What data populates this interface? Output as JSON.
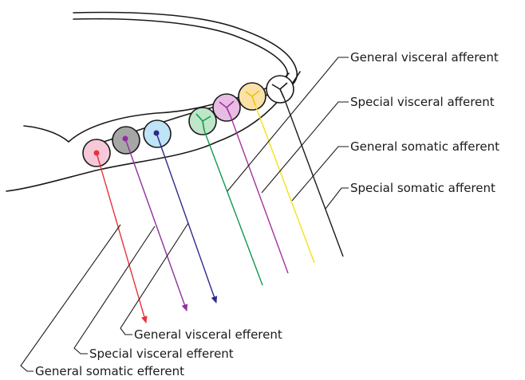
{
  "labels": {
    "general_visceral_afferent": "General visceral afferent",
    "special_visceral_afferent": "Special visceral afferent",
    "general_somatic_afferent": "General somatic afferent",
    "special_somatic_afferent": "Special somatic afferent",
    "general_visceral_efferent": "General visceral efferent",
    "special_visceral_efferent": "Special visceral efferent",
    "general_somatic_efferent": "General somatic efferent"
  },
  "colors": {
    "gse": "#e8323a",
    "gse_fill": "#f7c8d8",
    "sve": "#8e2f9c",
    "sve_fill": "#a6a6a6",
    "gve": "#2c2a8c",
    "gve_fill": "#bfe3f7",
    "gva": "#0f9a4c",
    "gva_fill": "#bfe6c8",
    "sva": "#a3339f",
    "sva_fill": "#e8bde3",
    "gsa": "#f2e21a",
    "gsa_fill": "#fbe0a8",
    "ssa": "#1a1a1a",
    "ssa_fill": "#ffffff"
  }
}
